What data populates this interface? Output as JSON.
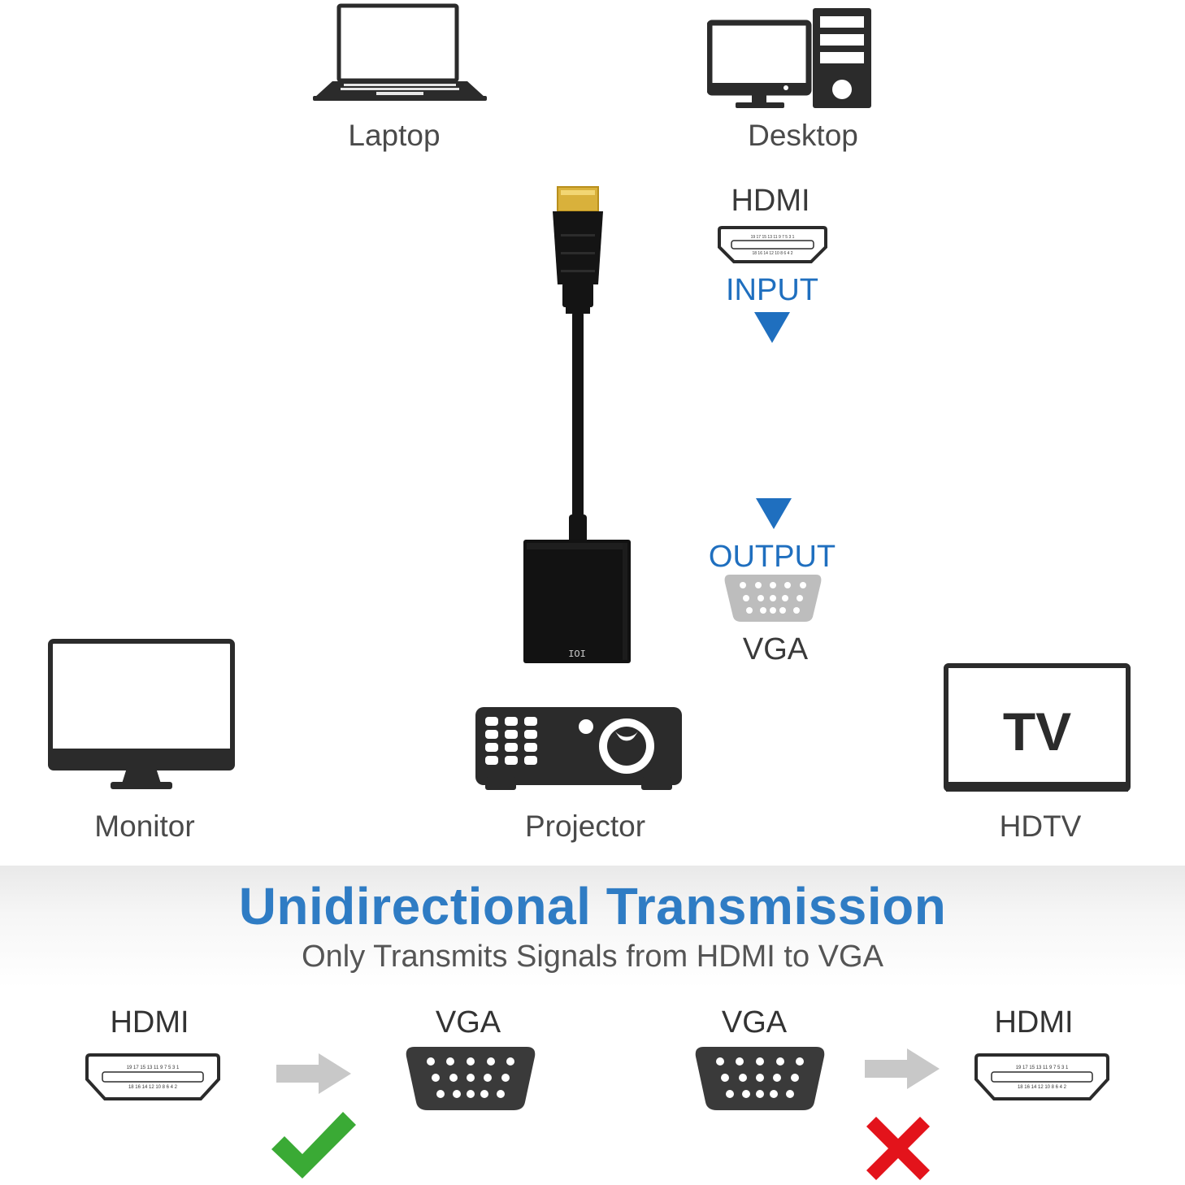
{
  "devices": {
    "laptop": "Laptop",
    "desktop": "Desktop",
    "monitor": "Monitor",
    "projector": "Projector",
    "hdtv": "HDTV",
    "tv_screen_text": "TV"
  },
  "adapter": {
    "input_port": "HDMI",
    "input_label": "INPUT",
    "output_label": "OUTPUT",
    "output_port": "VGA",
    "hdmi_pins_top": "19 17 15 13 11 9 7 5 3 1",
    "hdmi_pins_bottom": "18 16 14 12 10 8 6 4 2",
    "vga_port_marking": "IOI"
  },
  "transmission": {
    "title": "Unidirectional Transmission",
    "subtitle": "Only Transmits Signals from HDMI to VGA",
    "allowed": {
      "from": "HDMI",
      "to": "VGA",
      "status": "supported"
    },
    "blocked": {
      "from": "VGA",
      "to": "HDMI",
      "status": "not supported"
    }
  },
  "colors": {
    "accent_blue": "#1f6fbf",
    "check_green": "#3aaa35",
    "cross_red": "#e3131b",
    "arrow_gray": "#c8c8c8"
  }
}
